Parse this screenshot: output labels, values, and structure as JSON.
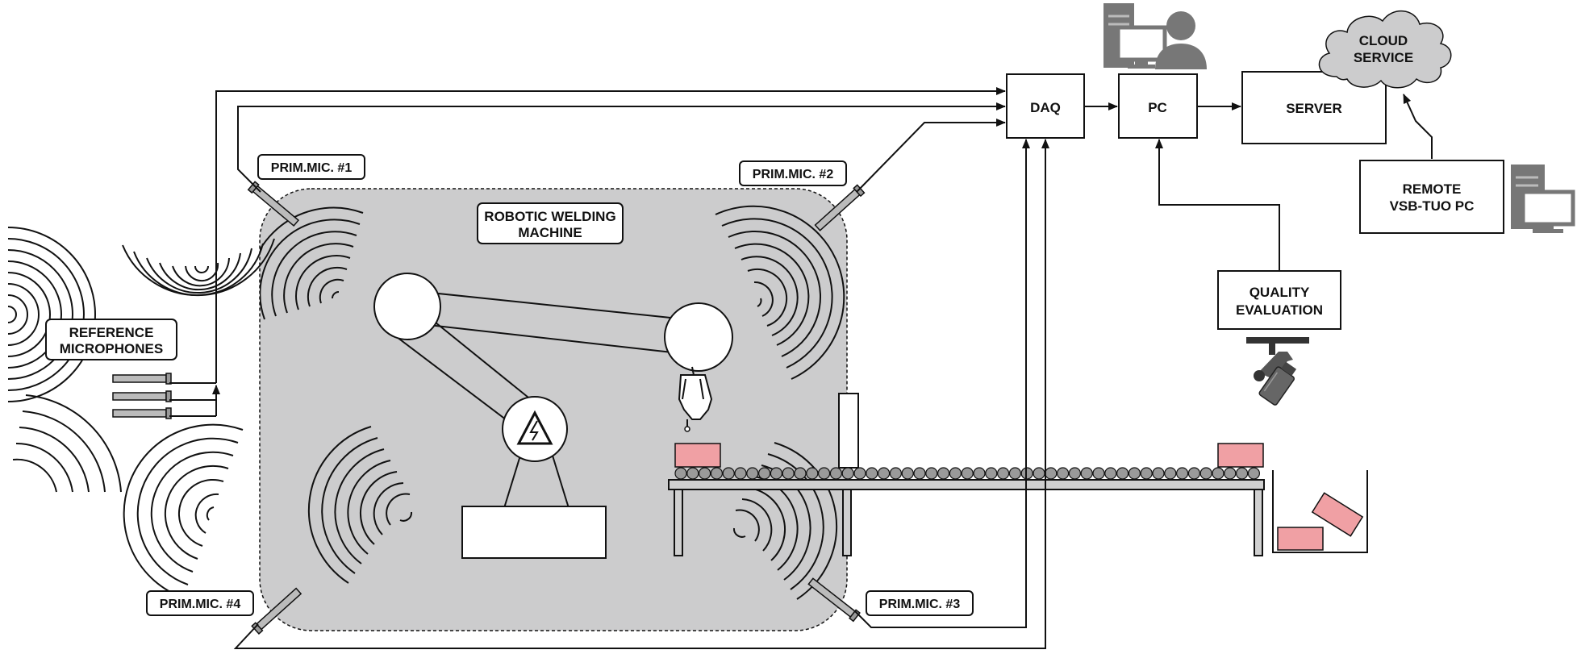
{
  "diagram": {
    "labels": {
      "daq": "DAQ",
      "pc": "PC",
      "server": "SERVER",
      "cloud_line1": "CLOUD",
      "cloud_line2": "SERVICE",
      "remote_line1": "REMOTE",
      "remote_line2": "VSB-TUO PC",
      "quality_line1": "QUALITY",
      "quality_line2": "EVALUATION",
      "robot_line1": "ROBOTIC WELDING",
      "robot_line2": "MACHINE",
      "ref_line1": "REFERENCE",
      "ref_line2": "MICROPHONES",
      "mic1": "PRIM.MIC. #1",
      "mic2": "PRIM.MIC. #2",
      "mic3": "PRIM.MIC. #3",
      "mic4": "PRIM.MIC. #4"
    },
    "icons": [
      "workstation-user-icon",
      "desktop-computer-icon",
      "camera-icon",
      "high-voltage-icon",
      "microphone-icon"
    ],
    "colors": {
      "machine_area": "#cccccd",
      "workpiece": "#f0a0a4",
      "line": "#111111"
    }
  }
}
